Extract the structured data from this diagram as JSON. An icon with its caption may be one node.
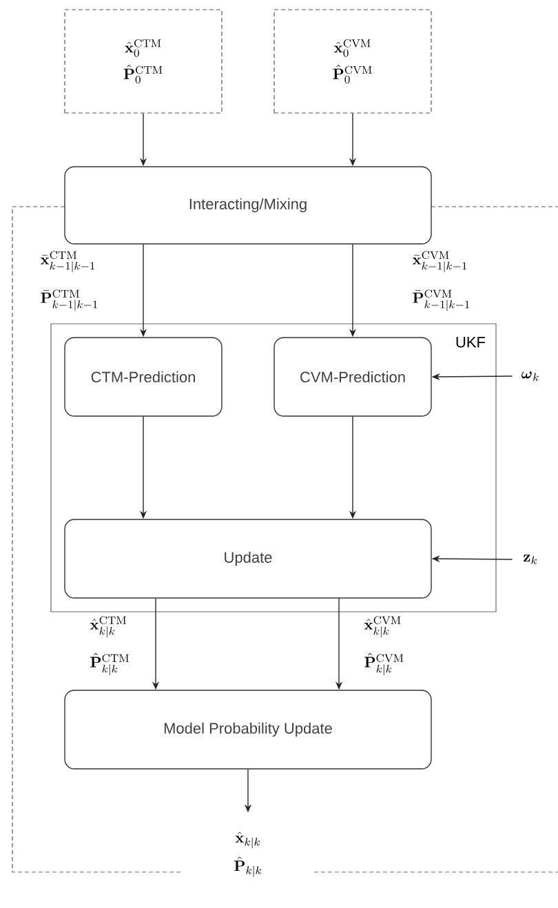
{
  "diagram": {
    "nodes": [
      {
        "text": [
          "\\hat{\\mathbf{x}}_0^{\\mathrm{CTM}}",
          "\\hat{\\mathbf{P}}_0^{\\mathrm{CTM}}"
        ]
      },
      {
        "text": [
          "\\hat{\\mathbf{x}}_0^{\\mathrm{CVM}}",
          "\\hat{\\mathbf{P}}_0^{\\mathrm{CVM}}"
        ]
      },
      {
        "text": [
          "Interacting/Mixing"
        ]
      },
      {
        "text": [
          "UKF"
        ]
      },
      {
        "text": [
          "CTM-Prediction"
        ],
        "in": 3
      },
      {
        "text": [
          "CVM-Prediction"
        ],
        "in": 3
      },
      {
        "text": [
          "Update"
        ],
        "in": 3
      },
      {
        "text": [
          "Model Probability Update"
        ]
      },
      {
        "text": [
          "\\hat{\\mathbf{x}}_{k|k}",
          "\\hat{\\mathbf{P}}_{k|k}"
        ]
      },
      {
        "text": [
          "\\boldsymbol{\\omega}_k"
        ]
      },
      {
        "text": [
          "\\mathbf{z}_k"
        ]
      }
    ],
    "edges": [
      {
        "from": 0,
        "to": 2,
        "arrow": "to"
      },
      {
        "from": 1,
        "to": 2,
        "arrow": "to"
      },
      {
        "from": 2,
        "to": 4,
        "arrow": "to"
      },
      {
        "from": 2,
        "to": 5,
        "arrow": "to"
      },
      {
        "from": 4,
        "to": 6,
        "arrow": "to"
      },
      {
        "from": 5,
        "to": 6,
        "arrow": "to"
      },
      {
        "from": 9,
        "to": 5,
        "arrow": "to"
      },
      {
        "from": 10,
        "to": 6,
        "arrow": "to"
      },
      {
        "from": 6,
        "to": 7,
        "arrow": "to"
      },
      {
        "from": 6,
        "to": 7,
        "arrow": "to"
      },
      {
        "from": 7,
        "to": 8,
        "arrow": "to"
      }
    ],
    "labels": [
      "\\bar{\\mathbf{x}}_{k-1|k-1}^{\\mathrm{CTM}}",
      "\\bar{\\mathbf{x}}_{k-1|k-1}^{\\mathrm{CVM}}",
      "\\bar{\\mathbf{P}}_{k-1|k-1}^{\\mathrm{CTM}}",
      "\\bar{\\mathbf{P}}_{k-1|k-1}^{\\mathrm{CVM}}",
      "\\hat{\\mathbf{x}}_{k|k}^{\\mathrm{CTM}}",
      "\\hat{\\mathbf{x}}_{k|k}^{\\mathrm{CVM}}",
      "\\hat{\\mathbf{P}}_{k|k}^{\\mathrm{CTM}}",
      "\\hat{\\mathbf{P}}_{k|k}^{\\mathrm{CVM}}"
    ]
  }
}
